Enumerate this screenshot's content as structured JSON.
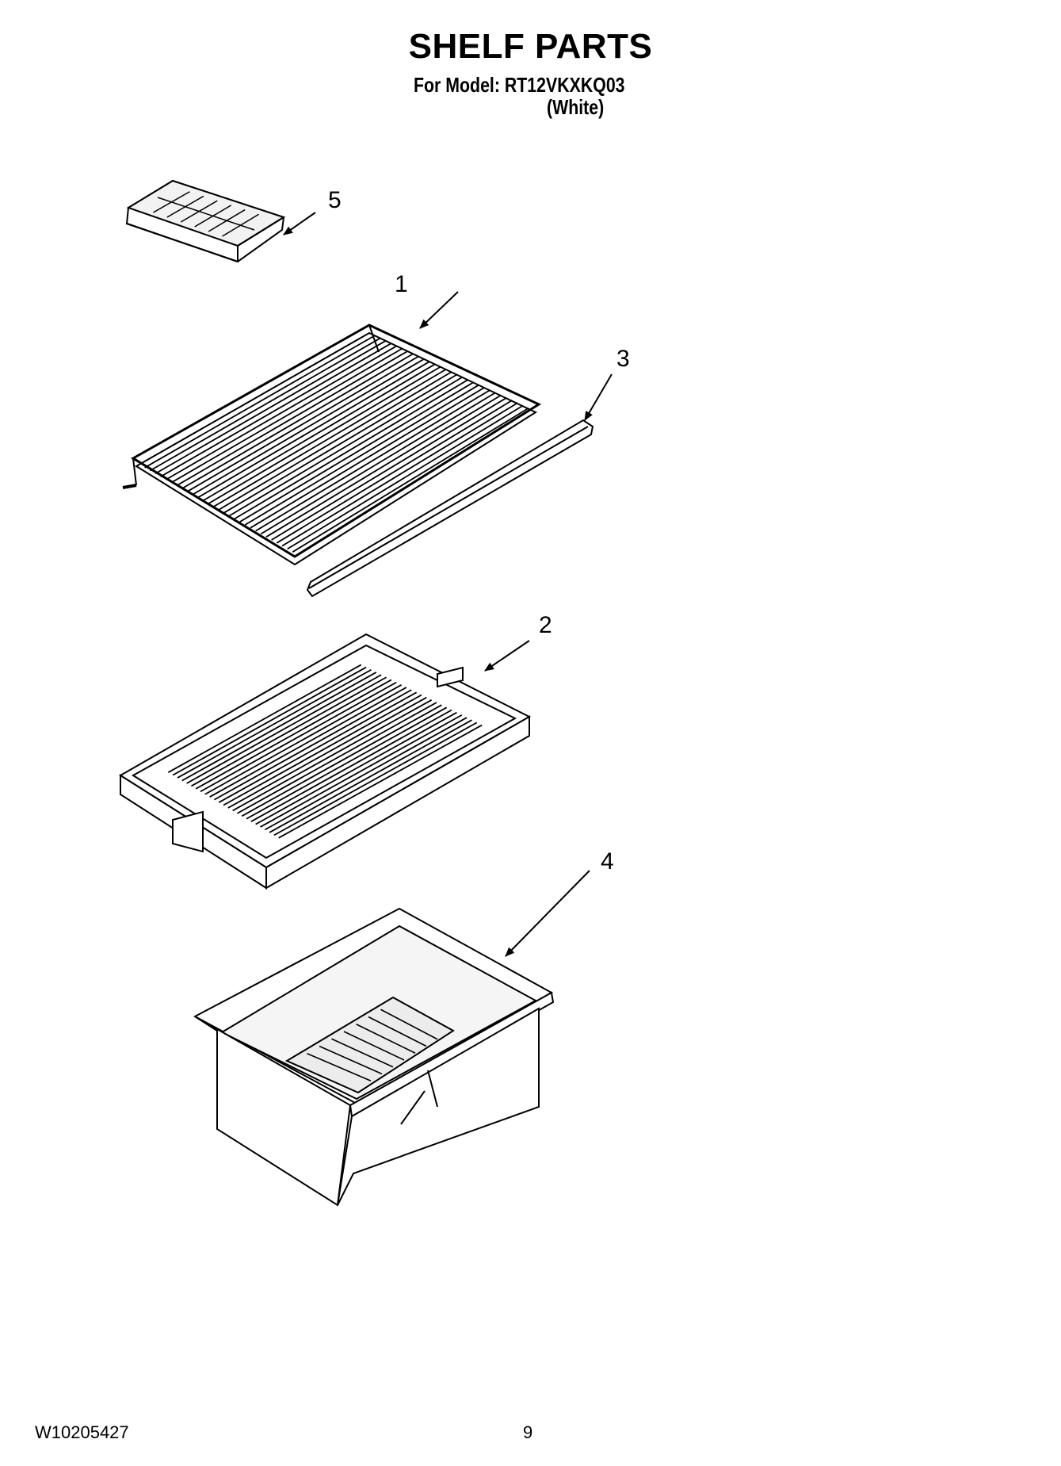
{
  "header": {
    "title": "SHELF PARTS",
    "model_line": "For Model: RT12VKXKQ03",
    "color_line": "(White)"
  },
  "callouts": [
    "1",
    "2",
    "3",
    "4",
    "5"
  ],
  "footer": {
    "doc_number": "W10205427",
    "page_number": "9"
  }
}
